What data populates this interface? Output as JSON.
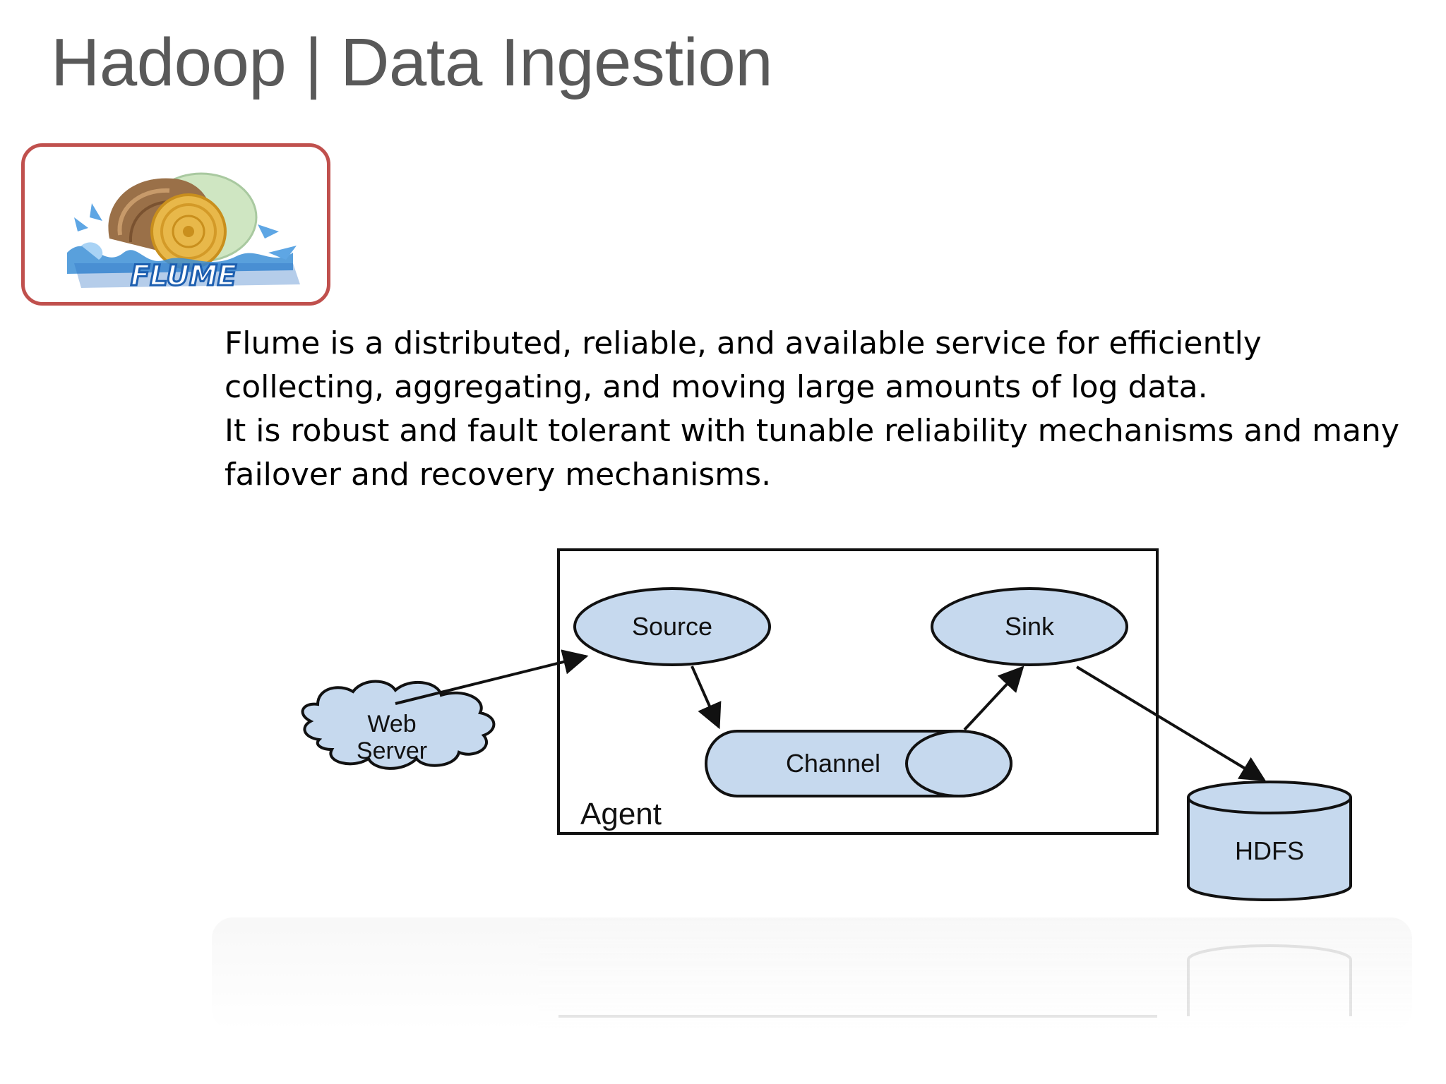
{
  "slide": {
    "title": "Hadoop | Data Ingestion"
  },
  "logo": {
    "text": "FLUME",
    "icon": "flume-logo-icon"
  },
  "description": {
    "paragraph_1": "Flume is a distributed, reliable, and available service for efficiently collecting, aggregating, and moving large amounts of log data.",
    "paragraph_2": "It is robust and fault tolerant with tunable reliability mechanisms and many failover and recovery mechanisms."
  },
  "diagram": {
    "web_server_line1": "Web",
    "web_server_line2": "Server",
    "agent": "Agent",
    "source": "Source",
    "sink": "Sink",
    "channel": "Channel",
    "hdfs": "HDFS",
    "node_fill": "#c6d9ee"
  }
}
